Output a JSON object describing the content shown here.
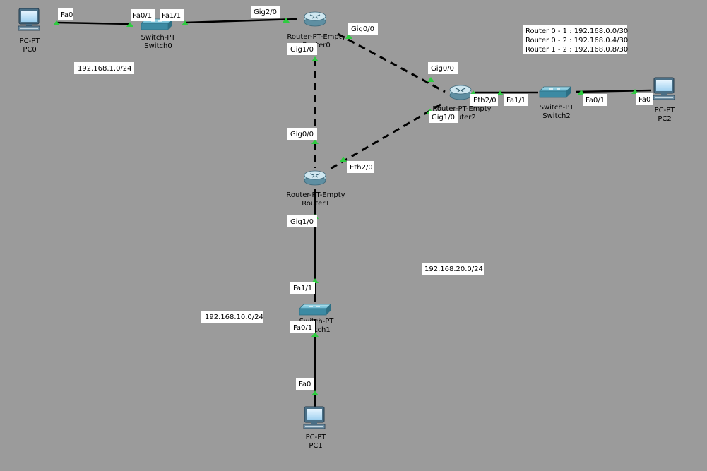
{
  "devices": {
    "pc0": {
      "model": "PC-PT",
      "name": "PC0"
    },
    "pc1": {
      "model": "PC-PT",
      "name": "PC1"
    },
    "pc2": {
      "model": "PC-PT",
      "name": "PC2"
    },
    "switch0": {
      "model": "Switch-PT",
      "name": "Switch0"
    },
    "switch1": {
      "model": "Switch-PT",
      "name": "Switch1"
    },
    "switch2": {
      "model": "Switch-PT",
      "name": "Switch2"
    },
    "router0": {
      "model": "Router-PT-Empty",
      "name": "Router0"
    },
    "router1": {
      "model": "Router-PT-Empty",
      "name": "Router1"
    },
    "router2": {
      "model": "Router-PT-Empty",
      "name": "Router2"
    }
  },
  "ports": {
    "pc0_fa0": "Fa0",
    "sw0_fa01": "Fa0/1",
    "sw0_fa11": "Fa1/1",
    "r0_gig20": "Gig2/0",
    "r0_gig00": "Gig0/0",
    "r0_gig10": "Gig1/0",
    "r2_gig00": "Gig0/0",
    "r2_eth20": "Eth2/0",
    "r2_gig10": "Gig1/0",
    "sw2_fa11": "Fa1/1",
    "sw2_fa01": "Fa0/1",
    "pc2_fa0": "Fa0",
    "r1_gig00": "Gig0/0",
    "r1_eth20": "Eth2/0",
    "r1_gig10": "Gig1/0",
    "sw1_fa11": "Fa1/1",
    "sw1_fa01": "Fa0/1",
    "pc1_fa0": "Fa0"
  },
  "networks": {
    "lan0": "192.168.1.0/24",
    "lan1": "192.168.10.0/24",
    "lan2": "192.168.20.0/24"
  },
  "note": {
    "lines": [
      "Router 0 - 1 : 192.168.0.0/30",
      "Router 0 - 2 : 192.168.0.4/30",
      "Router 1 - 2 : 192.168.0.8/30"
    ]
  },
  "colors": {
    "background": "#9b9b9b",
    "link": "#000000",
    "port_up": "#2ecc40",
    "label_box": "#ffffff"
  }
}
